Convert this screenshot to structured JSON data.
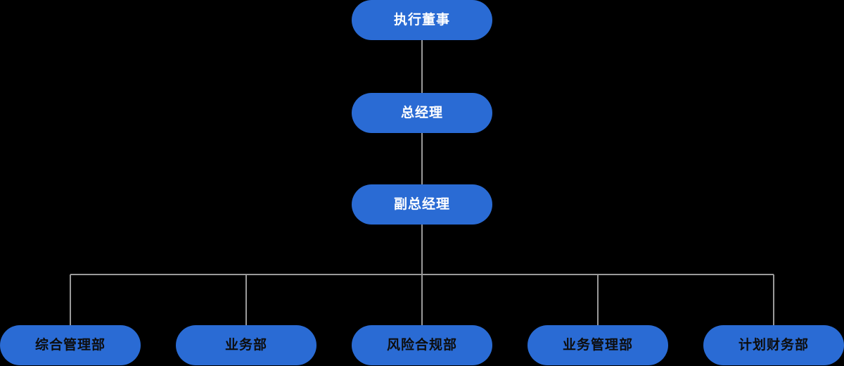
{
  "chart_data": {
    "type": "diagram",
    "diagram_type": "organizational-chart",
    "title": "",
    "orientation": "top-down",
    "background_color": "#000000",
    "node_color": "#2a6bd4",
    "connector_color": "#9a9a9a",
    "levels": [
      {
        "level": 1,
        "nodes": [
          "执行董事"
        ]
      },
      {
        "level": 2,
        "nodes": [
          "总经理"
        ]
      },
      {
        "level": 3,
        "nodes": [
          "副总经理"
        ]
      },
      {
        "level": 4,
        "nodes": [
          "综合管理部",
          "业务部",
          "风险合规部",
          "业务管理部",
          "计划财务部"
        ]
      }
    ],
    "edges": [
      {
        "from": "执行董事",
        "to": "总经理"
      },
      {
        "from": "总经理",
        "to": "副总经理"
      },
      {
        "from": "副总经理",
        "to": "综合管理部"
      },
      {
        "from": "副总经理",
        "to": "业务部"
      },
      {
        "from": "副总经理",
        "to": "风险合规部"
      },
      {
        "from": "副总经理",
        "to": "业务管理部"
      },
      {
        "from": "副总经理",
        "to": "计划财务部"
      }
    ]
  },
  "chart": {
    "nodes": {
      "executive_director": {
        "label": "执行董事"
      },
      "general_manager": {
        "label": "总经理"
      },
      "deputy_general_manager": {
        "label": "副总经理"
      },
      "dept_general_admin": {
        "label": "综合管理部"
      },
      "dept_business": {
        "label": "业务部"
      },
      "dept_risk_compliance": {
        "label": "风险合规部"
      },
      "dept_business_management": {
        "label": "业务管理部"
      },
      "dept_planning_finance": {
        "label": "计划财务部"
      }
    },
    "colors": {
      "node_fill": "#2a6bd4",
      "top_text": "#ffffff",
      "leaf_text": "#0d0d0d",
      "connector": "#9a9a9a",
      "background": "#000000"
    }
  }
}
